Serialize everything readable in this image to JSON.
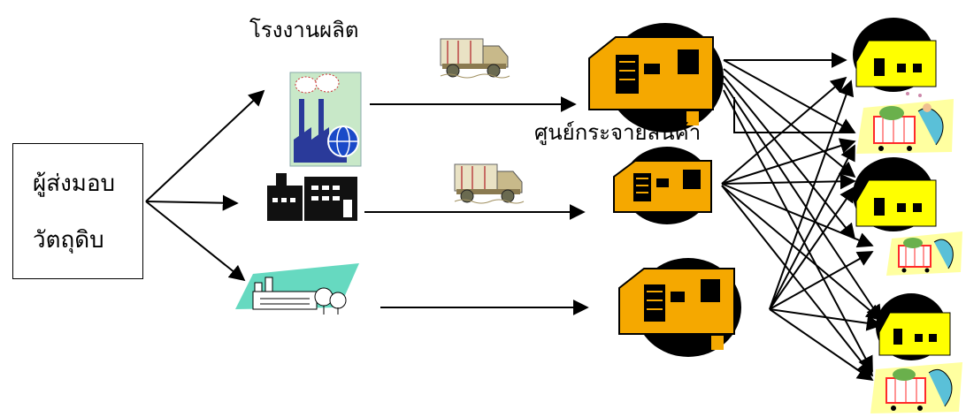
{
  "supplier": {
    "line1": "ผู้ส่งมอบ",
    "line2": "วัตถุดิบ"
  },
  "factory_label": "โรงงานผลิต",
  "dc_label": "ศูนย์กระจายสินค้า",
  "colors": {
    "dc_body": "#f5a800",
    "dc_dark": "#000000",
    "truck": "#c8b98a",
    "factory_blue": "#2a3a9a",
    "factory_sky": "#c8e8c8",
    "globe": "#1a4ac8",
    "shopper_cart": "#ff2a2a",
    "shopper_sky": "#ffff88",
    "leaf_green": "#40d0b0"
  },
  "icons": [
    "supplier-box",
    "factory-smoke-globe-icon",
    "factory-building-icon",
    "factory-park-icon",
    "truck-icon",
    "distribution-center-icon",
    "retail-store-icon",
    "shopper-cart-icon"
  ]
}
